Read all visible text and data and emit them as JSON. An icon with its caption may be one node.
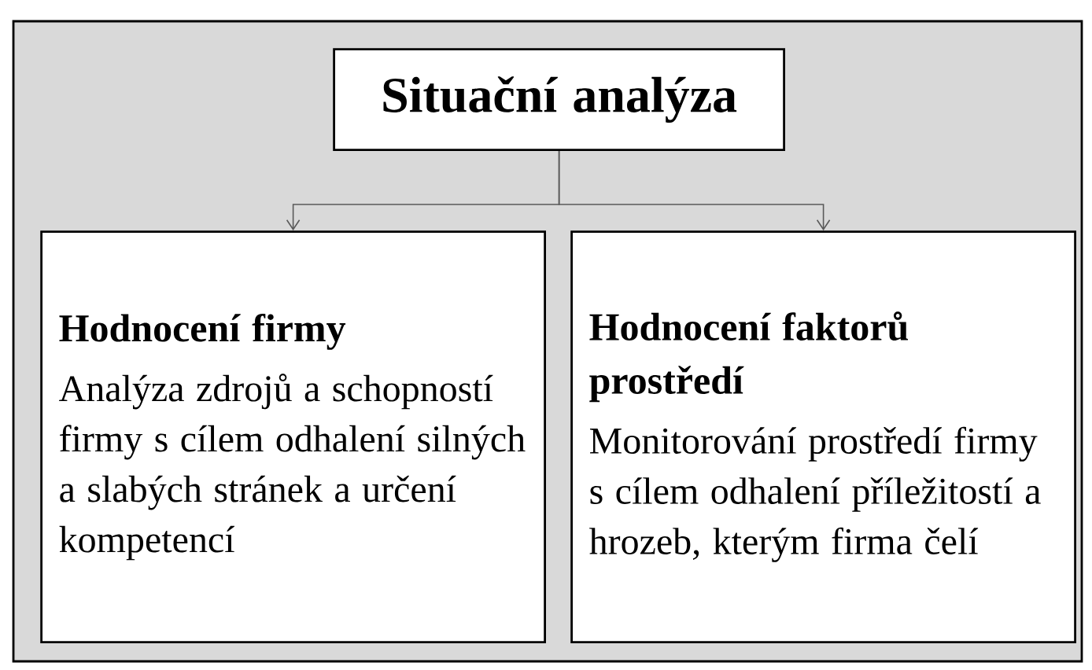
{
  "diagram": {
    "nodes": [
      {
        "text": [],
        "shape": "box"
      },
      {
        "text": [
          "Situační analýza"
        ],
        "in": 0
      },
      {
        "text": [
          "Hodnocení firmy",
          "Analýza zdrojů a schopností firmy s cílem odhalení silných a slabých stránek a určení kompetencí"
        ],
        "in": 0
      },
      {
        "text": [
          "Hodnocení faktorů prostředí",
          "Monitorování prostředí firmy s cílem odhalení příležitostí a hrozeb, kterým firma čelí"
        ],
        "in": 0
      }
    ],
    "edges": [
      {
        "from": 1,
        "to": 2,
        "arrow": "to"
      },
      {
        "from": 1,
        "to": 3,
        "arrow": "to"
      }
    ]
  }
}
